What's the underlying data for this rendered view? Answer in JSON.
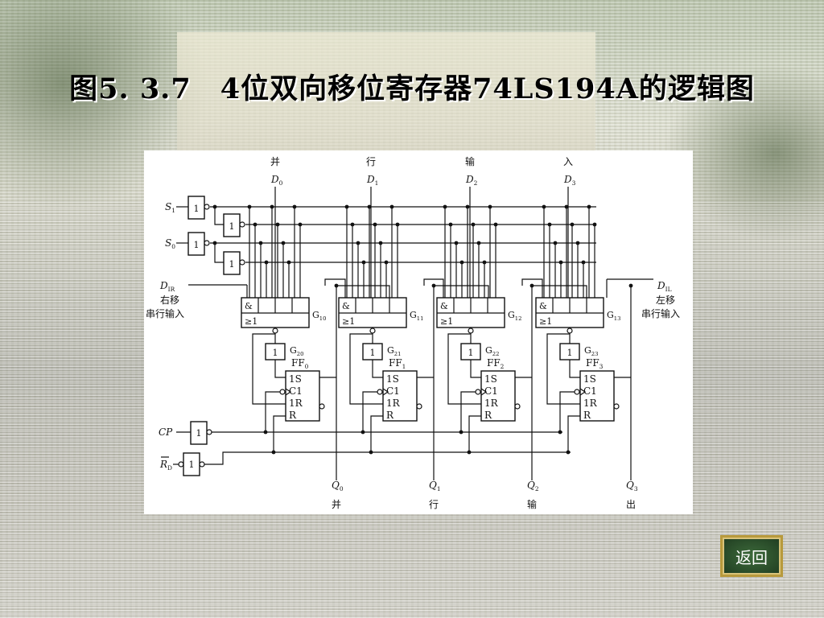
{
  "slide": {
    "title": "图5. 3.7　4位双向移位寄存器74LS194A的逻辑图",
    "back_label": "返回"
  },
  "diagram": {
    "top_labels": [
      "并",
      "行",
      "输",
      "入"
    ],
    "data_inputs": [
      "D",
      "D",
      "D",
      "D"
    ],
    "data_input_subs": [
      "0",
      "1",
      "2",
      "3"
    ],
    "mode_inputs": [
      {
        "main": "S",
        "sub": "1"
      },
      {
        "main": "S",
        "sub": "0"
      }
    ],
    "left_serial": {
      "main": "D",
      "sub": "IR",
      "line1": "右移",
      "line2": "串行输入"
    },
    "right_serial": {
      "main": "D",
      "sub": "IL",
      "line1": "左移",
      "line2": "串行输入"
    },
    "gate_and": "&",
    "gate_or": "≥1",
    "gate_not": "1",
    "flipflop_pins": [
      "1S",
      "C1",
      "1R",
      "R"
    ],
    "stages": [
      {
        "g_or": "G",
        "g_or_sub": "10",
        "g_not": "G",
        "g_not_sub": "20",
        "ff": "FF",
        "ff_sub": "0",
        "q": "Q",
        "q_sub": "0",
        "bottom": "并"
      },
      {
        "g_or": "G",
        "g_or_sub": "11",
        "g_not": "G",
        "g_not_sub": "21",
        "ff": "FF",
        "ff_sub": "1",
        "q": "Q",
        "q_sub": "1",
        "bottom": "行"
      },
      {
        "g_or": "G",
        "g_or_sub": "12",
        "g_not": "G",
        "g_not_sub": "22",
        "ff": "FF",
        "ff_sub": "2",
        "q": "Q",
        "q_sub": "2",
        "bottom": "输"
      },
      {
        "g_or": "G",
        "g_or_sub": "13",
        "g_not": "G",
        "g_not_sub": "23",
        "ff": "FF",
        "ff_sub": "3",
        "q": "Q",
        "q_sub": "3",
        "bottom": "出"
      }
    ],
    "clock": "CP",
    "reset": {
      "main": "R",
      "sub": "D"
    }
  }
}
